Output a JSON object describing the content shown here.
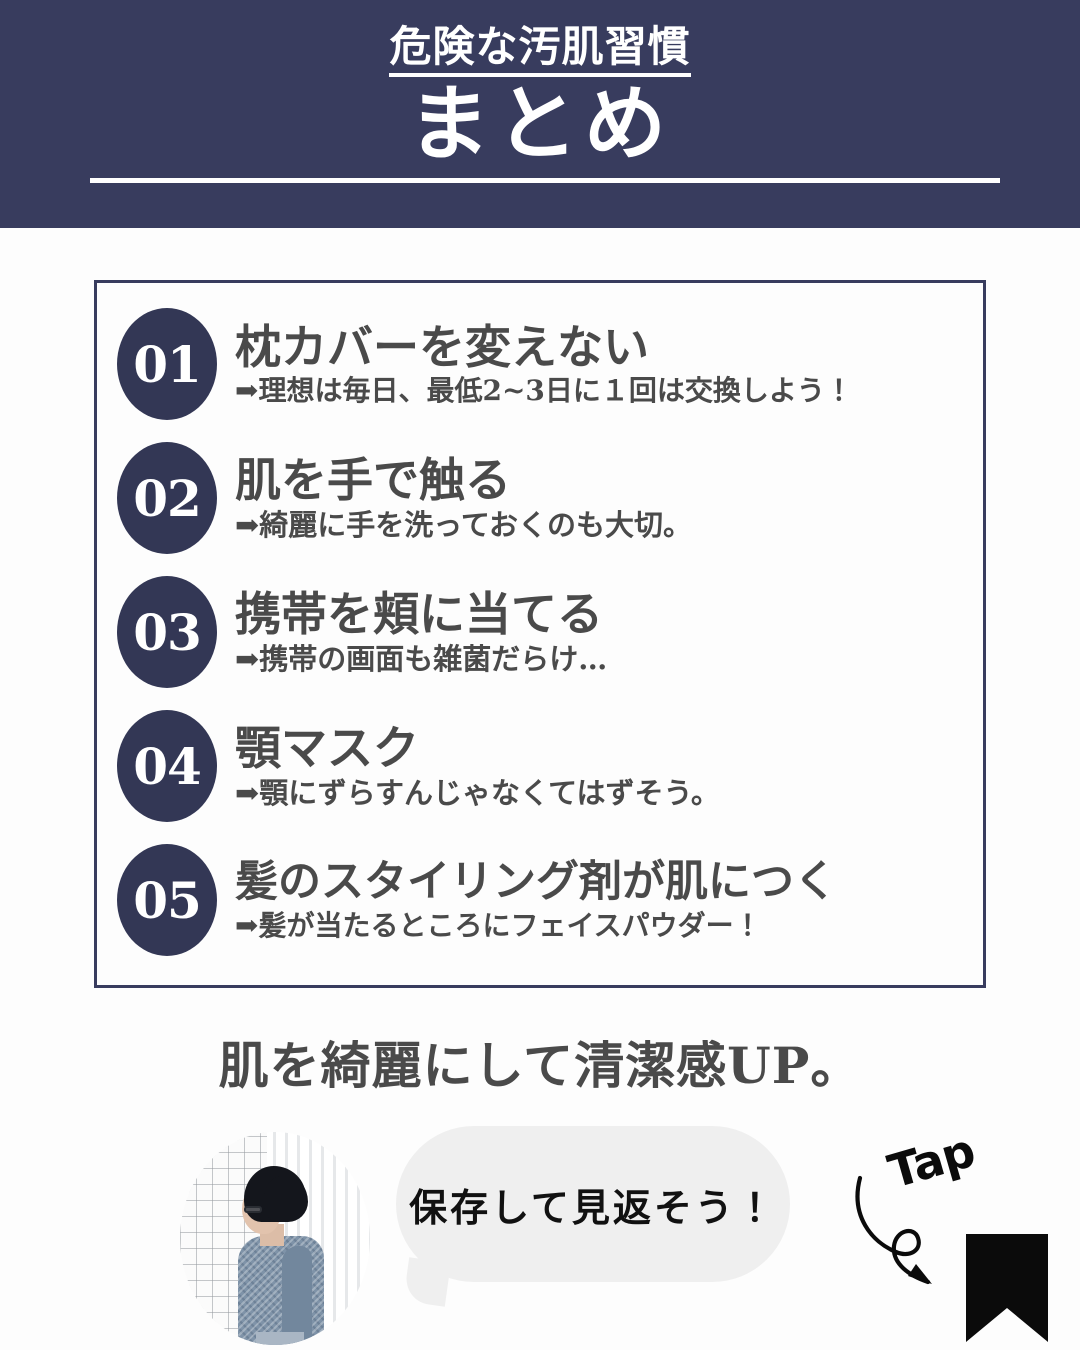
{
  "header": {
    "kicker": "危険な汚肌習慣",
    "title": "まとめ"
  },
  "list": {
    "items": [
      {
        "number": "01",
        "title": "枕カバーを変えない",
        "sub": "➡理想は毎日、最低2~3日に１回は交換しよう！"
      },
      {
        "number": "02",
        "title": "肌を手で触る",
        "sub": "➡綺麗に手を洗っておくのも大切。"
      },
      {
        "number": "03",
        "title": "携帯を頬に当てる",
        "sub": "➡携帯の画面も雑菌だらけ…"
      },
      {
        "number": "04",
        "title": "顎マスク",
        "sub": "➡顎にずらすんじゃなくてはずそう。"
      },
      {
        "number": "05",
        "title": "髪のスタイリング剤が肌につく",
        "sub": "➡髪が当たるところにフェイスパウダー！"
      }
    ]
  },
  "tagline": "肌を綺麗にして清潔感UP。",
  "bottom": {
    "photo_alt": "profile-photo",
    "bubble_text": "保存して見返そう！",
    "tap_label": "Tap",
    "save_icon": "bookmark-icon"
  },
  "colors": {
    "navy": "#383c5e",
    "badge_navy": "#333755",
    "text_gray": "#4a4a4a",
    "bubble_gray": "#efefef",
    "white": "#ffffff",
    "black": "#0b0b0b",
    "page_bg": "#fdfdfd"
  }
}
